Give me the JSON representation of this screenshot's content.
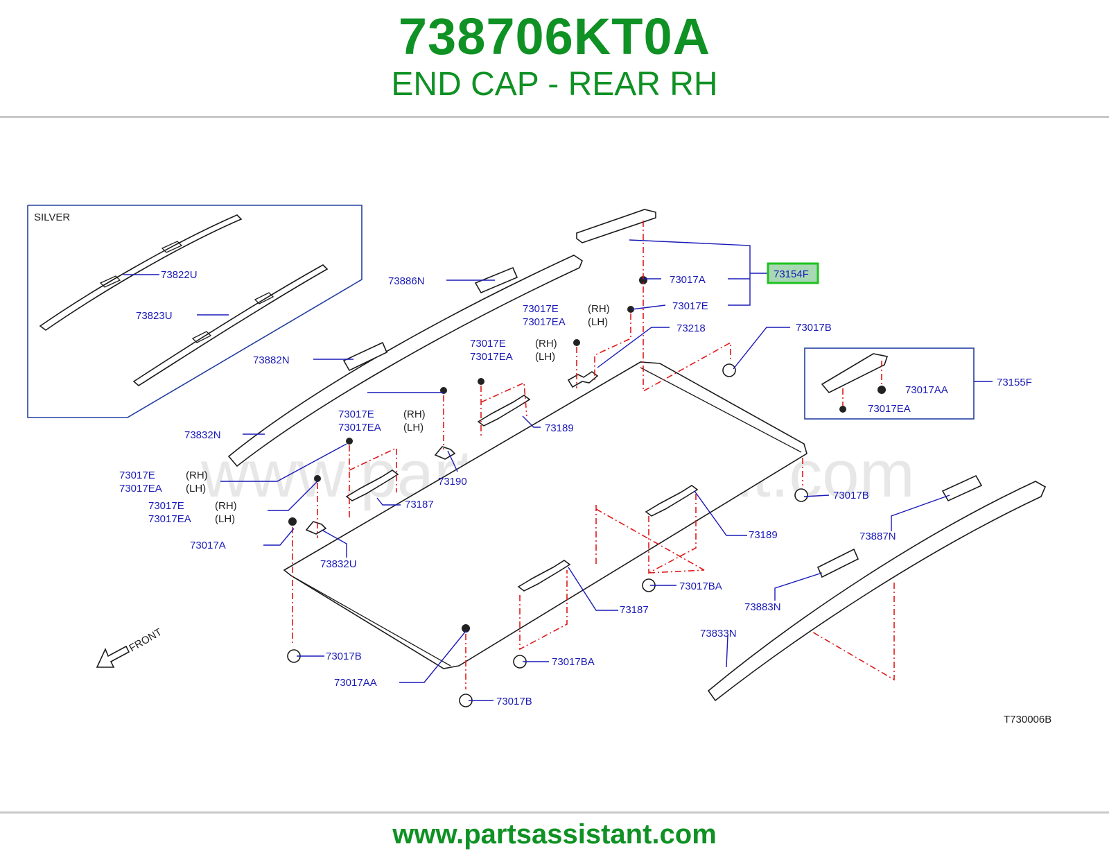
{
  "header": {
    "part_number": "738706KT0A",
    "description": "END CAP - REAR RH"
  },
  "footer": {
    "url": "www.partsassistant.com"
  },
  "watermark": "www.partsassistant.com",
  "diagram": {
    "code": "T730006B",
    "front_label": "FRONT",
    "silver_label": "SILVER",
    "highlight_label": "73154F",
    "labels": {
      "l73822U": "73822U",
      "l73823U": "73823U",
      "l73886N": "73886N",
      "l73882N": "73882N",
      "l73832N": "73832N",
      "l73017A_top": "73017A",
      "l73017E_top": "73017E",
      "l73017E_a": "73017E",
      "l73017EA_a": "73017EA",
      "l73218": "73218",
      "l73017B_top": "73017B",
      "l73017E_b": "73017E",
      "l73017EA_b": "73017EA",
      "l73189_top": "73189",
      "l73017E_c": "73017E",
      "l73017EA_c": "73017EA",
      "l73190": "73190",
      "l73017E_d": "73017E",
      "l73017EA_d": "73017EA",
      "l73187_left": "73187",
      "l73017E_e": "73017E",
      "l73017EA_e": "73017EA",
      "l73017A_left": "73017A",
      "l73832U": "73832U",
      "l73155F": "73155F",
      "l73017AA_box": "73017AA",
      "l73017EA_box": "73017EA",
      "l73017B_right": "73017B",
      "l73189_right": "73189",
      "l73017BA_right": "73017BA",
      "l73187_right": "73187",
      "l73017B_left": "73017B",
      "l73017AA_bottom": "73017AA",
      "l73017BA_bottom": "73017BA",
      "l73017B_bottom": "73017B",
      "l73887N": "73887N",
      "l73883N": "73883N",
      "l73833N": "73833N"
    },
    "side": {
      "rh": "(RH)",
      "lh": "(LH)"
    }
  }
}
